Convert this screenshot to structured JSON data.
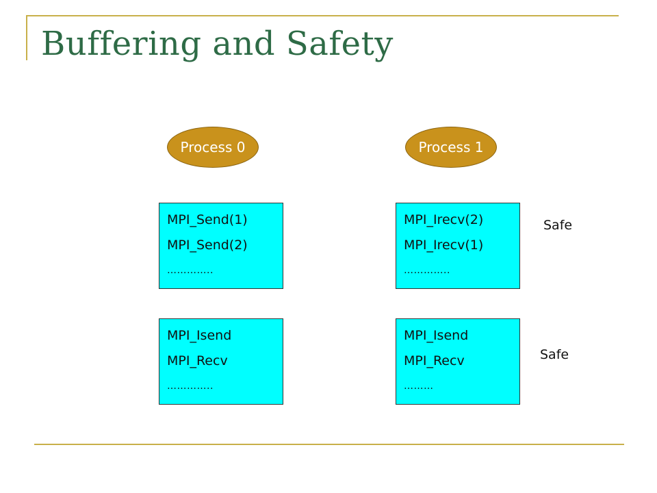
{
  "title": "Buffering and Safety",
  "colors": {
    "accent_rule": "#c8b04a",
    "title": "#2e6b46",
    "ellipse_fill": "#c9921c",
    "box_fill": "#00ffff"
  },
  "processes": [
    {
      "label": "Process 0"
    },
    {
      "label": "Process 1"
    }
  ],
  "scenarios": [
    {
      "process0_lines": [
        "MPI_Send(1)",
        "MPI_Send(2)",
        "………….."
      ],
      "process1_lines": [
        "MPI_Irecv(2)",
        "MPI_Irecv(1)",
        "………….."
      ],
      "verdict": "Safe"
    },
    {
      "process0_lines": [
        "MPI_Isend",
        "MPI_Recv",
        "………….."
      ],
      "process1_lines": [
        "MPI_Isend",
        "MPI_Recv",
        "………"
      ],
      "verdict": "Safe"
    }
  ]
}
